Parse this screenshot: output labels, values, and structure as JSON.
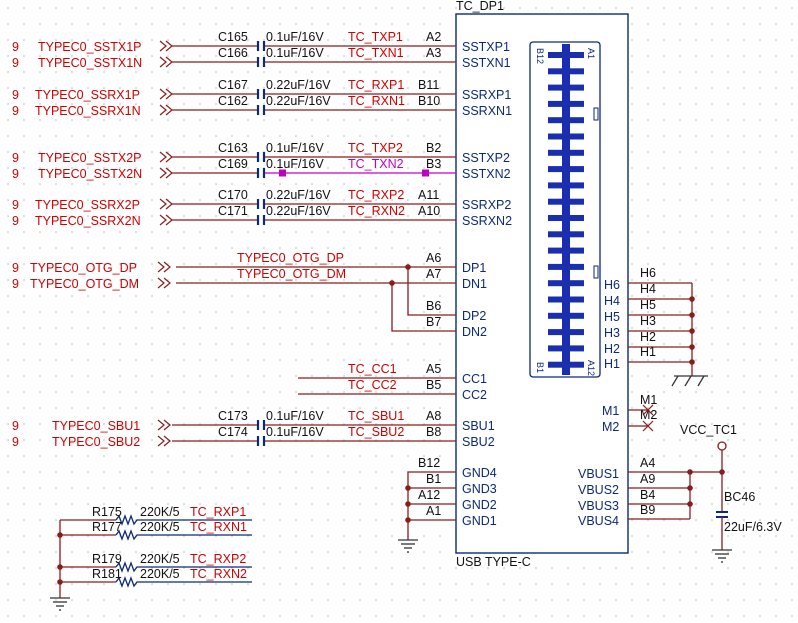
{
  "connector": {
    "ref": "TC_DP1",
    "type": "USB TYPE-C",
    "left_pins": [
      {
        "num": "A2",
        "name": "SSTXP1"
      },
      {
        "num": "A3",
        "name": "SSTXN1"
      },
      {
        "num": "B11",
        "name": "SSRXP1"
      },
      {
        "num": "B10",
        "name": "SSRXN1"
      },
      {
        "num": "B2",
        "name": "SSTXP2"
      },
      {
        "num": "B3",
        "name": "SSTXN2"
      },
      {
        "num": "A11",
        "name": "SSRXP2"
      },
      {
        "num": "A10",
        "name": "SSRXN2"
      },
      {
        "num": "A6",
        "name": "DP1"
      },
      {
        "num": "A7",
        "name": "DN1"
      },
      {
        "num": "B6",
        "name": "DP2"
      },
      {
        "num": "B7",
        "name": "DN2"
      },
      {
        "num": "A5",
        "name": "CC1"
      },
      {
        "num": "B5",
        "name": "CC2"
      },
      {
        "num": "A8",
        "name": "SBU1"
      },
      {
        "num": "B8",
        "name": "SBU2"
      },
      {
        "num": "B12",
        "name": "GND4"
      },
      {
        "num": "B1",
        "name": "GND3"
      },
      {
        "num": "A12",
        "name": "GND2"
      },
      {
        "num": "A1",
        "name": "GND1"
      }
    ],
    "right_pins_h": [
      {
        "num": "H6",
        "name": "H6"
      },
      {
        "num": "H4",
        "name": "H4"
      },
      {
        "num": "H5",
        "name": "H5"
      },
      {
        "num": "H3",
        "name": "H3"
      },
      {
        "num": "H2",
        "name": "H2"
      },
      {
        "num": "H1",
        "name": "H1"
      }
    ],
    "right_pins_m": [
      {
        "num": "M1",
        "name": "M1"
      },
      {
        "num": "M2",
        "name": "M2"
      }
    ],
    "right_pins_vbus": [
      {
        "num": "A4",
        "name": "VBUS1"
      },
      {
        "num": "A9",
        "name": "VBUS2"
      },
      {
        "num": "B4",
        "name": "VBUS3"
      },
      {
        "num": "B9",
        "name": "VBUS4"
      }
    ],
    "footprint_labels": {
      "a1": "A1",
      "a12": "A12",
      "b12": "B12",
      "b1": "B1"
    }
  },
  "ports": [
    {
      "sheet": "9",
      "name": "TYPEC0_SSTX1P"
    },
    {
      "sheet": "9",
      "name": "TYPEC0_SSTX1N"
    },
    {
      "sheet": "9",
      "name": "TYPEC0_SSRX1P"
    },
    {
      "sheet": "9",
      "name": "TYPEC0_SSRX1N"
    },
    {
      "sheet": "9",
      "name": "TYPEC0_SSTX2P"
    },
    {
      "sheet": "9",
      "name": "TYPEC0_SSTX2N"
    },
    {
      "sheet": "9",
      "name": "TYPEC0_SSRX2P"
    },
    {
      "sheet": "9",
      "name": "TYPEC0_SSRX2N"
    },
    {
      "sheet": "9",
      "name": "TYPEC0_OTG_DP"
    },
    {
      "sheet": "9",
      "name": "TYPEC0_OTG_DM"
    },
    {
      "sheet": "9",
      "name": "TYPEC0_SBU1"
    },
    {
      "sheet": "9",
      "name": "TYPEC0_SBU2"
    }
  ],
  "capacitors": [
    {
      "ref": "C165",
      "value": "0.1uF/16V",
      "net": "TC_TXP1"
    },
    {
      "ref": "C166",
      "value": "0.1uF/16V",
      "net": "TC_TXN1"
    },
    {
      "ref": "C167",
      "value": "0.22uF/16V",
      "net": "TC_RXP1"
    },
    {
      "ref": "C162",
      "value": "0.22uF/16V",
      "net": "TC_RXN1"
    },
    {
      "ref": "C163",
      "value": "0.1uF/16V",
      "net": "TC_TXP2"
    },
    {
      "ref": "C169",
      "value": "0.1uF/16V",
      "net": "TC_TXN2"
    },
    {
      "ref": "C170",
      "value": "0.22uF/16V",
      "net": "TC_RXP2"
    },
    {
      "ref": "C171",
      "value": "0.22uF/16V",
      "net": "TC_RXN2"
    },
    {
      "ref": "C173",
      "value": "0.1uF/16V",
      "net": "TC_SBU1"
    },
    {
      "ref": "C174",
      "value": "0.1uF/16V",
      "net": "TC_SBU2"
    }
  ],
  "nets": {
    "otg_dp": "TYPEC0_OTG_DP",
    "otg_dm": "TYPEC0_OTG_DM",
    "cc1": "TC_CC1",
    "cc2": "TC_CC2"
  },
  "resistors": [
    {
      "ref": "R175",
      "value": "220K/5",
      "net": "TC_RXP1"
    },
    {
      "ref": "R177",
      "value": "220K/5",
      "net": "TC_RXN1"
    },
    {
      "ref": "R179",
      "value": "220K/5",
      "net": "TC_RXP2"
    },
    {
      "ref": "R181",
      "value": "220K/5",
      "net": "TC_RXN2"
    }
  ],
  "vbus_cap": {
    "ref": "BC46",
    "value": "22uF/6.3V"
  },
  "power": {
    "vcc": "VCC_TC1"
  },
  "colors": {
    "wire": "#8b1c1c",
    "net_label": "#d00000",
    "pin_name": "#0a2a7a",
    "highlight": "#c000c0"
  }
}
